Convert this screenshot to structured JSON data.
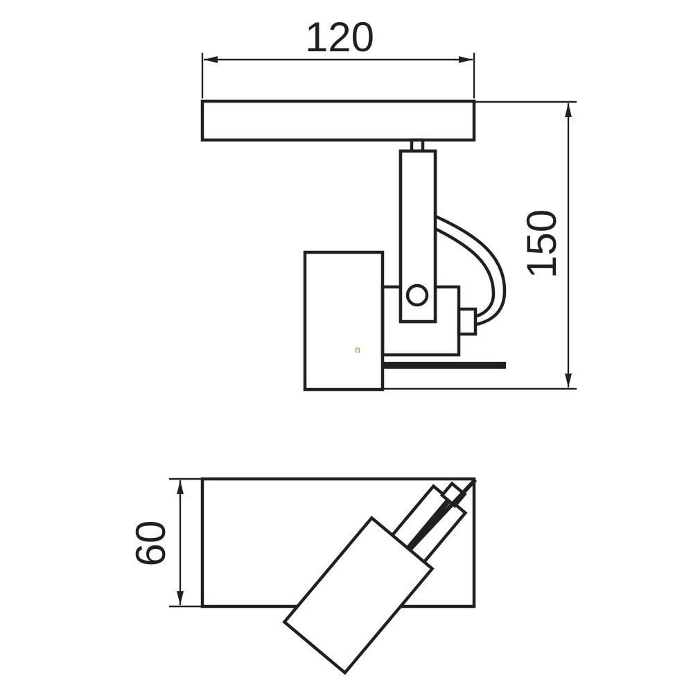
{
  "dimensions": {
    "width": "120",
    "height": "150",
    "depth": "60"
  },
  "annotation": "n",
  "colors": {
    "line": "#231f20",
    "background": "#ffffff",
    "annotation": "#e07a1a"
  }
}
